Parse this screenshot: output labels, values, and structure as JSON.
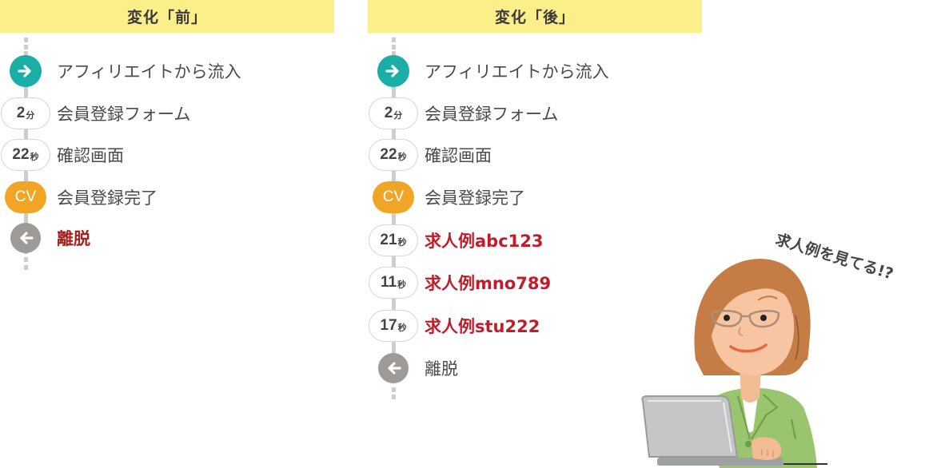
{
  "columns": {
    "before": {
      "title": "変化「前」",
      "steps": [
        {
          "type": "enter",
          "icon": "arrow-right-icon",
          "label": "アフィリエイトから流入"
        },
        {
          "type": "time",
          "time_value": "2",
          "time_unit": "分",
          "label": "会員登録フォーム"
        },
        {
          "type": "time",
          "time_value": "22",
          "time_unit": "秒",
          "label": "確認画面"
        },
        {
          "type": "cv",
          "badge": "CV",
          "label": "会員登録完了"
        },
        {
          "type": "exit",
          "icon": "arrow-left-icon",
          "label": "離脱"
        }
      ]
    },
    "after": {
      "title": "変化「後」",
      "steps": [
        {
          "type": "enter",
          "icon": "arrow-right-icon",
          "label": "アフィリエイトから流入"
        },
        {
          "type": "time",
          "time_value": "2",
          "time_unit": "分",
          "label": "会員登録フォーム"
        },
        {
          "type": "time",
          "time_value": "22",
          "time_unit": "秒",
          "label": "確認画面"
        },
        {
          "type": "cv",
          "badge": "CV",
          "label": "会員登録完了"
        },
        {
          "type": "time",
          "time_value": "21",
          "time_unit": "秒",
          "label": "求人例abc123"
        },
        {
          "type": "time",
          "time_value": "11",
          "time_unit": "秒",
          "label": "求人例mno789"
        },
        {
          "type": "time",
          "time_value": "17",
          "time_unit": "秒",
          "label": "求人例stu222"
        },
        {
          "type": "exit",
          "icon": "arrow-left-icon",
          "label": "離脱"
        }
      ]
    }
  },
  "speech_bubble": "求人例を見てる!?",
  "colors": {
    "header_bg": "#fbef8a",
    "enter": "#1aaea6",
    "cv": "#f1a527",
    "exit": "#9e9a97",
    "highlight_red": "#c41b2a"
  }
}
